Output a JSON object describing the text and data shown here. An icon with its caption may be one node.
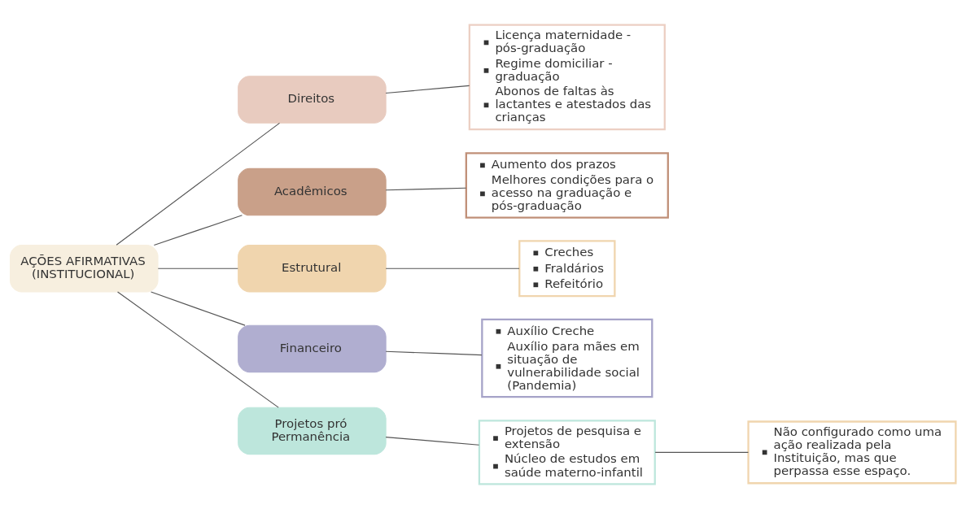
{
  "diagram": {
    "nodes": [
      {
        "text": [
          "AÇÕES AFIRMATIVAS (INSTITUCIONAL)"
        ]
      },
      {
        "text": [
          "Direitos"
        ]
      },
      {
        "text": [
          "Licença maternidade - pós-graduação",
          "Regime domiciliar - graduação",
          "Abonos de faltas às lactantes e atestados das crianças"
        ]
      },
      {
        "text": [
          "Acadêmicos"
        ]
      },
      {
        "text": [
          "Aumento dos prazos",
          "Melhores condições para o acesso na graduação e pós-graduação"
        ]
      },
      {
        "text": [
          "Estrutural"
        ]
      },
      {
        "text": [
          "Creches",
          "Fraldários",
          "Refeitório"
        ]
      },
      {
        "text": [
          "Financeiro"
        ]
      },
      {
        "text": [
          "Auxílio Creche",
          "Auxílio para mães em situação de vulnerabilidade social (Pandemia)"
        ]
      },
      {
        "text": [
          "Projetos pró Permanência"
        ]
      },
      {
        "text": [
          "Projetos de pesquisa e extensão",
          "Núcleo de estudos em saúde materno-infantil"
        ]
      },
      {
        "text": [
          "Não configurado como uma ação realizada pela Instituição, mas que perpassa esse espaço."
        ]
      }
    ],
    "edges": [
      {
        "from": 0,
        "to": 1,
        "arrow": "none"
      },
      {
        "from": 0,
        "to": 3,
        "arrow": "none"
      },
      {
        "from": 0,
        "to": 5,
        "arrow": "none"
      },
      {
        "from": 0,
        "to": 7,
        "arrow": "none"
      },
      {
        "from": 0,
        "to": 9,
        "arrow": "none"
      },
      {
        "from": 1,
        "to": 2,
        "arrow": "none"
      },
      {
        "from": 3,
        "to": 4,
        "arrow": "none"
      },
      {
        "from": 5,
        "to": 6,
        "arrow": "none"
      },
      {
        "from": 7,
        "to": 8,
        "arrow": "none"
      },
      {
        "from": 9,
        "to": 10,
        "arrow": "none"
      },
      {
        "from": 10,
        "to": 11,
        "arrow": "none"
      }
    ]
  }
}
